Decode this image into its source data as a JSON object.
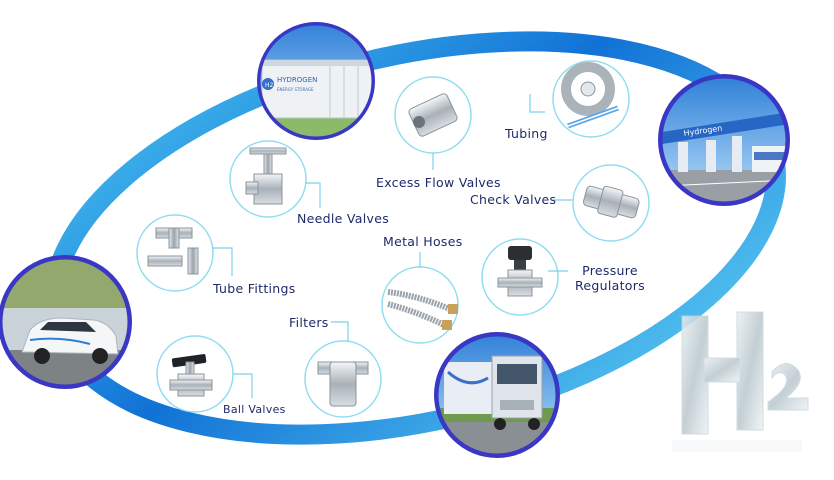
{
  "palette": {
    "ring_dark": "#1172d6",
    "ring_light": "#49c2f0",
    "circle_border": "#8fdcf0",
    "photo_border": "#3a37c4",
    "label_text": "#1f2a6b",
    "leader_line": "#7ad2ec"
  },
  "photos": {
    "storage": {
      "icon": "hydrogen-storage-container",
      "text_main": "HYDROGEN",
      "text_sub": "ENERGY STORAGE",
      "badge": "H2"
    },
    "station": {
      "icon": "hydrogen-fuel-station",
      "canopy_text": "Hydrogen"
    },
    "car": {
      "icon": "hydrogen-car"
    },
    "truck": {
      "icon": "hydrogen-truck"
    }
  },
  "products": {
    "excess_flow_valves": {
      "label": "Excess Flow Valves",
      "icon": "excess-flow-valve"
    },
    "tubing": {
      "label": "Tubing",
      "icon": "tubing-coil"
    },
    "needle_valves": {
      "label": "Needle Valves",
      "icon": "needle-valve"
    },
    "check_valves": {
      "label": "Check Valves",
      "icon": "check-valve"
    },
    "tube_fittings": {
      "label": "Tube Fittings",
      "icon": "tube-fittings"
    },
    "metal_hoses": {
      "label": "Metal Hoses",
      "icon": "metal-hose"
    },
    "pressure_regulators": {
      "label_line1": "Pressure",
      "label_line2": "Regulators",
      "icon": "pressure-regulator"
    },
    "filters": {
      "label": "Filters",
      "icon": "filter"
    },
    "ball_valves": {
      "label": "Ball Valves",
      "icon": "ball-valve"
    }
  },
  "watermark": {
    "icon": "h2-ice-logo",
    "symbol": "H",
    "subscript": "2"
  }
}
